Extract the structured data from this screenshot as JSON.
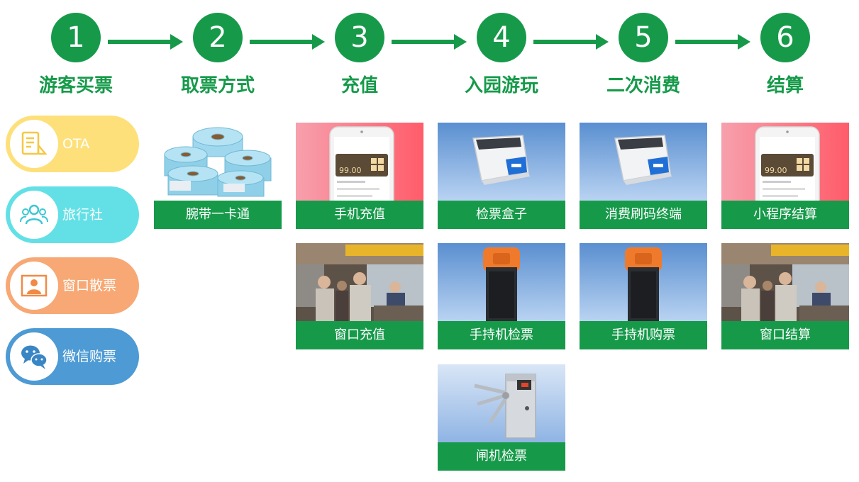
{
  "steps": [
    {
      "number": "1",
      "label": "游客买票"
    },
    {
      "number": "2",
      "label": "取票方式"
    },
    {
      "number": "3",
      "label": "充值"
    },
    {
      "number": "4",
      "label": "入园游玩"
    },
    {
      "number": "5",
      "label": "二次消费"
    },
    {
      "number": "6",
      "label": "结算"
    }
  ],
  "channels": [
    {
      "label": "OTA",
      "color": "#fee07a",
      "icon": "document-icon"
    },
    {
      "label": "旅行社",
      "color": "#63e0e6",
      "icon": "group-icon"
    },
    {
      "label": "窗口散票",
      "color": "#f7a874",
      "icon": "person-portrait-icon"
    },
    {
      "label": "微信购票",
      "color": "#4d9ad4",
      "icon": "wechat-icon"
    }
  ],
  "ticket": {
    "caption": "腕带一卡通"
  },
  "phone_screen": {
    "amount": "99.00"
  },
  "cards": {
    "mobile_recharge": "手机充值",
    "window_recharge": "窗口充值",
    "check_box": "检票盒子",
    "handheld_check": "手持机检票",
    "gate_check": "闸机检票",
    "pos_terminal": "消费刷码终端",
    "handheld_purchase": "手持机购票",
    "miniapp_settle": "小程序结算",
    "window_settle": "窗口结算"
  },
  "colors": {
    "accent": "#169a4a"
  }
}
